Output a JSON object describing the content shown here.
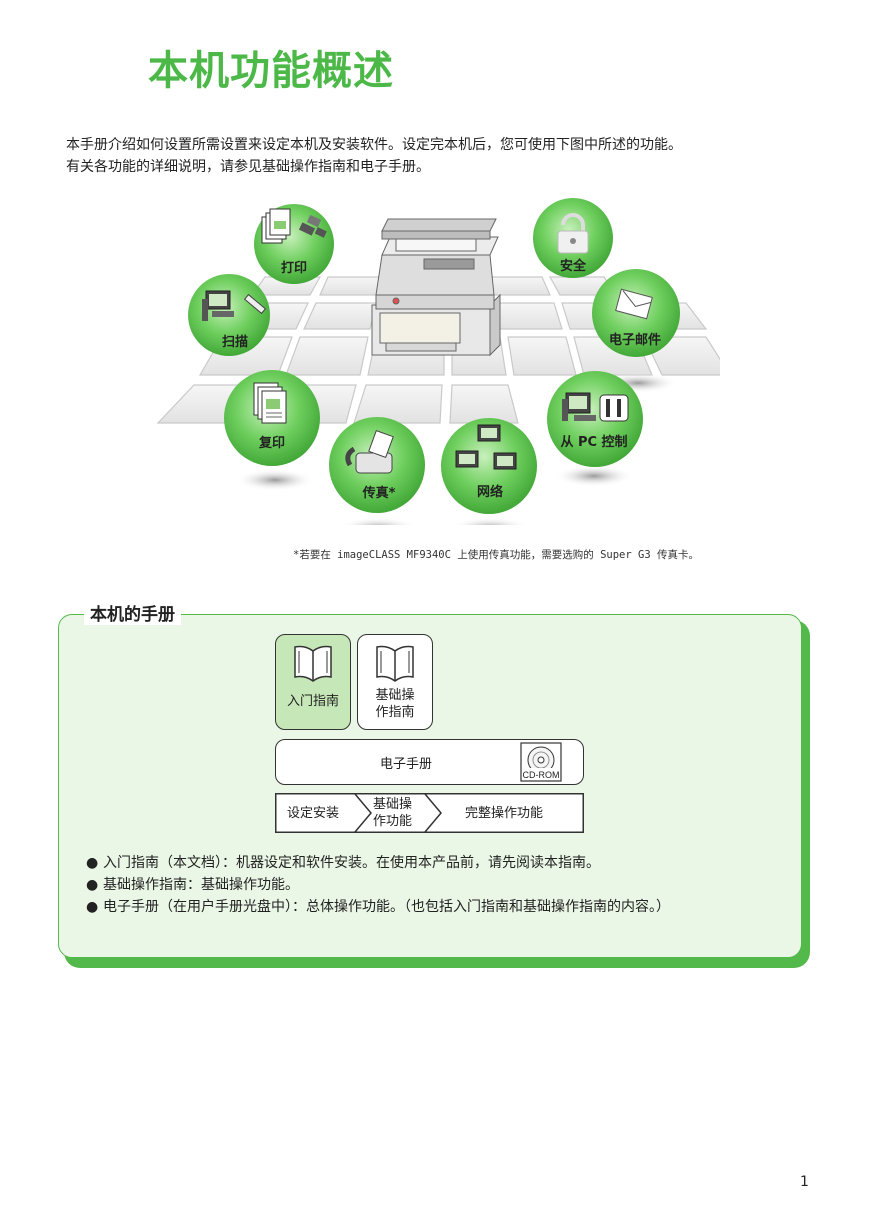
{
  "page": {
    "title": "本机功能概述",
    "intro": [
      "本手册介绍如何设置所需设置来设定本机及安装软件。设定完本机后，您可使用下图中所述的功能。",
      "有关各功能的详细说明，请参见基础操作指南和电子手册。"
    ],
    "page_number": "1"
  },
  "features": {
    "print": "打印",
    "security": "安全",
    "scan": "扫描",
    "email": "电子邮件",
    "copy": "复印",
    "remote": "从 PC 控制",
    "fax": "传真*",
    "network": "网络",
    "footnote": "*若要在 imageCLASS MF9340C 上使用传真功能，需要选购的 Super G3 传真卡。"
  },
  "manuals": {
    "section_title": "本机的手册",
    "starter_guide": "入门指南",
    "basic_guide_line1": "基础操",
    "basic_guide_line2": "作指南",
    "e_manual": "电子手册",
    "cdrom": "CD-ROM",
    "flow": {
      "setup": "设定安装",
      "basic_line1": "基础操",
      "basic_line2": "作功能",
      "full": "完整操作功能"
    },
    "bullets": [
      "入门指南（本文档）：机器设定和软件安装。在使用本产品前，请先阅读本指南。",
      "基础操作指南：基础操作功能。",
      "电子手册（在用户手册光盘中）：总体操作功能。（也包括入门指南和基础操作指南的内容。）"
    ],
    "bullet_mark": "●"
  },
  "colors": {
    "accent_green": "#4cb848",
    "panel_bg": "#eaf7e6",
    "book_green": "#c6e8b8"
  }
}
